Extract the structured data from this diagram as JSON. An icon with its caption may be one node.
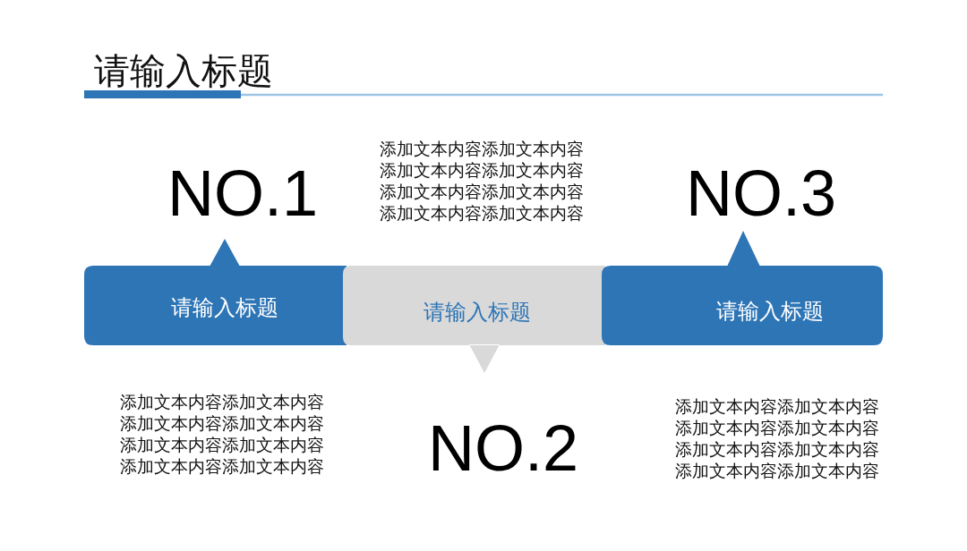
{
  "diagram": {
    "title": "请输入标题",
    "nodes": [
      {
        "text": [
          "请输入标题"
        ],
        "beside": [
          "NO.1"
        ]
      },
      {
        "text": [
          "请输入标题"
        ],
        "beside": [
          "NO.2"
        ]
      },
      {
        "text": [
          "请输入标题"
        ],
        "beside": [
          "NO.3"
        ]
      }
    ],
    "labels": [
      "添加文本内容添加文本内容添加文本内容添加文本内容添加文本内容添加文本内容添加文本内容添加文本内容",
      "添加文本内容添加文本内容添加文本内容添加文本内容添加文本内容添加文本内容添加文本内容添加文本内容",
      "添加文本内容添加文本内容添加文本内容添加文本内容添加文本内容添加文本内容添加文本内容添加文本内容"
    ]
  }
}
